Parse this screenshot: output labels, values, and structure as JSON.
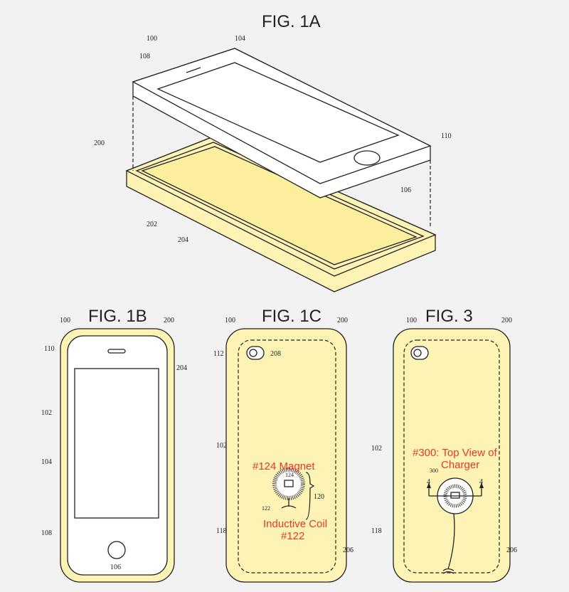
{
  "figures": {
    "fig1a": {
      "title": "FIG. 1A",
      "refs": {
        "r100": "100",
        "r104": "104",
        "r108": "108",
        "r110": "110",
        "r200": "200",
        "r106": "106",
        "r202": "202",
        "r204": "204"
      }
    },
    "fig1b": {
      "title": "FIG. 1B",
      "refs": {
        "r100": "100",
        "r200": "200",
        "r110": "110",
        "r204": "204",
        "r102": "102",
        "r104": "104",
        "r108": "108",
        "r106": "106"
      }
    },
    "fig1c": {
      "title": "FIG. 1C",
      "refs": {
        "r100": "100",
        "r200": "200",
        "r112": "112",
        "r208": "208",
        "r102": "102",
        "r124": "124",
        "r120": "120",
        "r122": "122",
        "r118": "118",
        "r206": "206"
      },
      "annotations": {
        "magnet": "#124 Magnet",
        "coil_line1": "Inductive Coil",
        "coil_line2": "#122"
      }
    },
    "fig3": {
      "title": "FIG. 3",
      "refs": {
        "r100": "100",
        "r200": "200",
        "r102": "102",
        "r300": "300",
        "r4a": "4",
        "r4b": "4",
        "r118": "118",
        "r206": "206"
      },
      "annotations": {
        "line1": "#300: Top View of",
        "line2": "Charger"
      }
    }
  },
  "colors": {
    "case_fill": "#fcf3b5",
    "annotation": "#ee3333",
    "background": "#f2f2f2"
  }
}
